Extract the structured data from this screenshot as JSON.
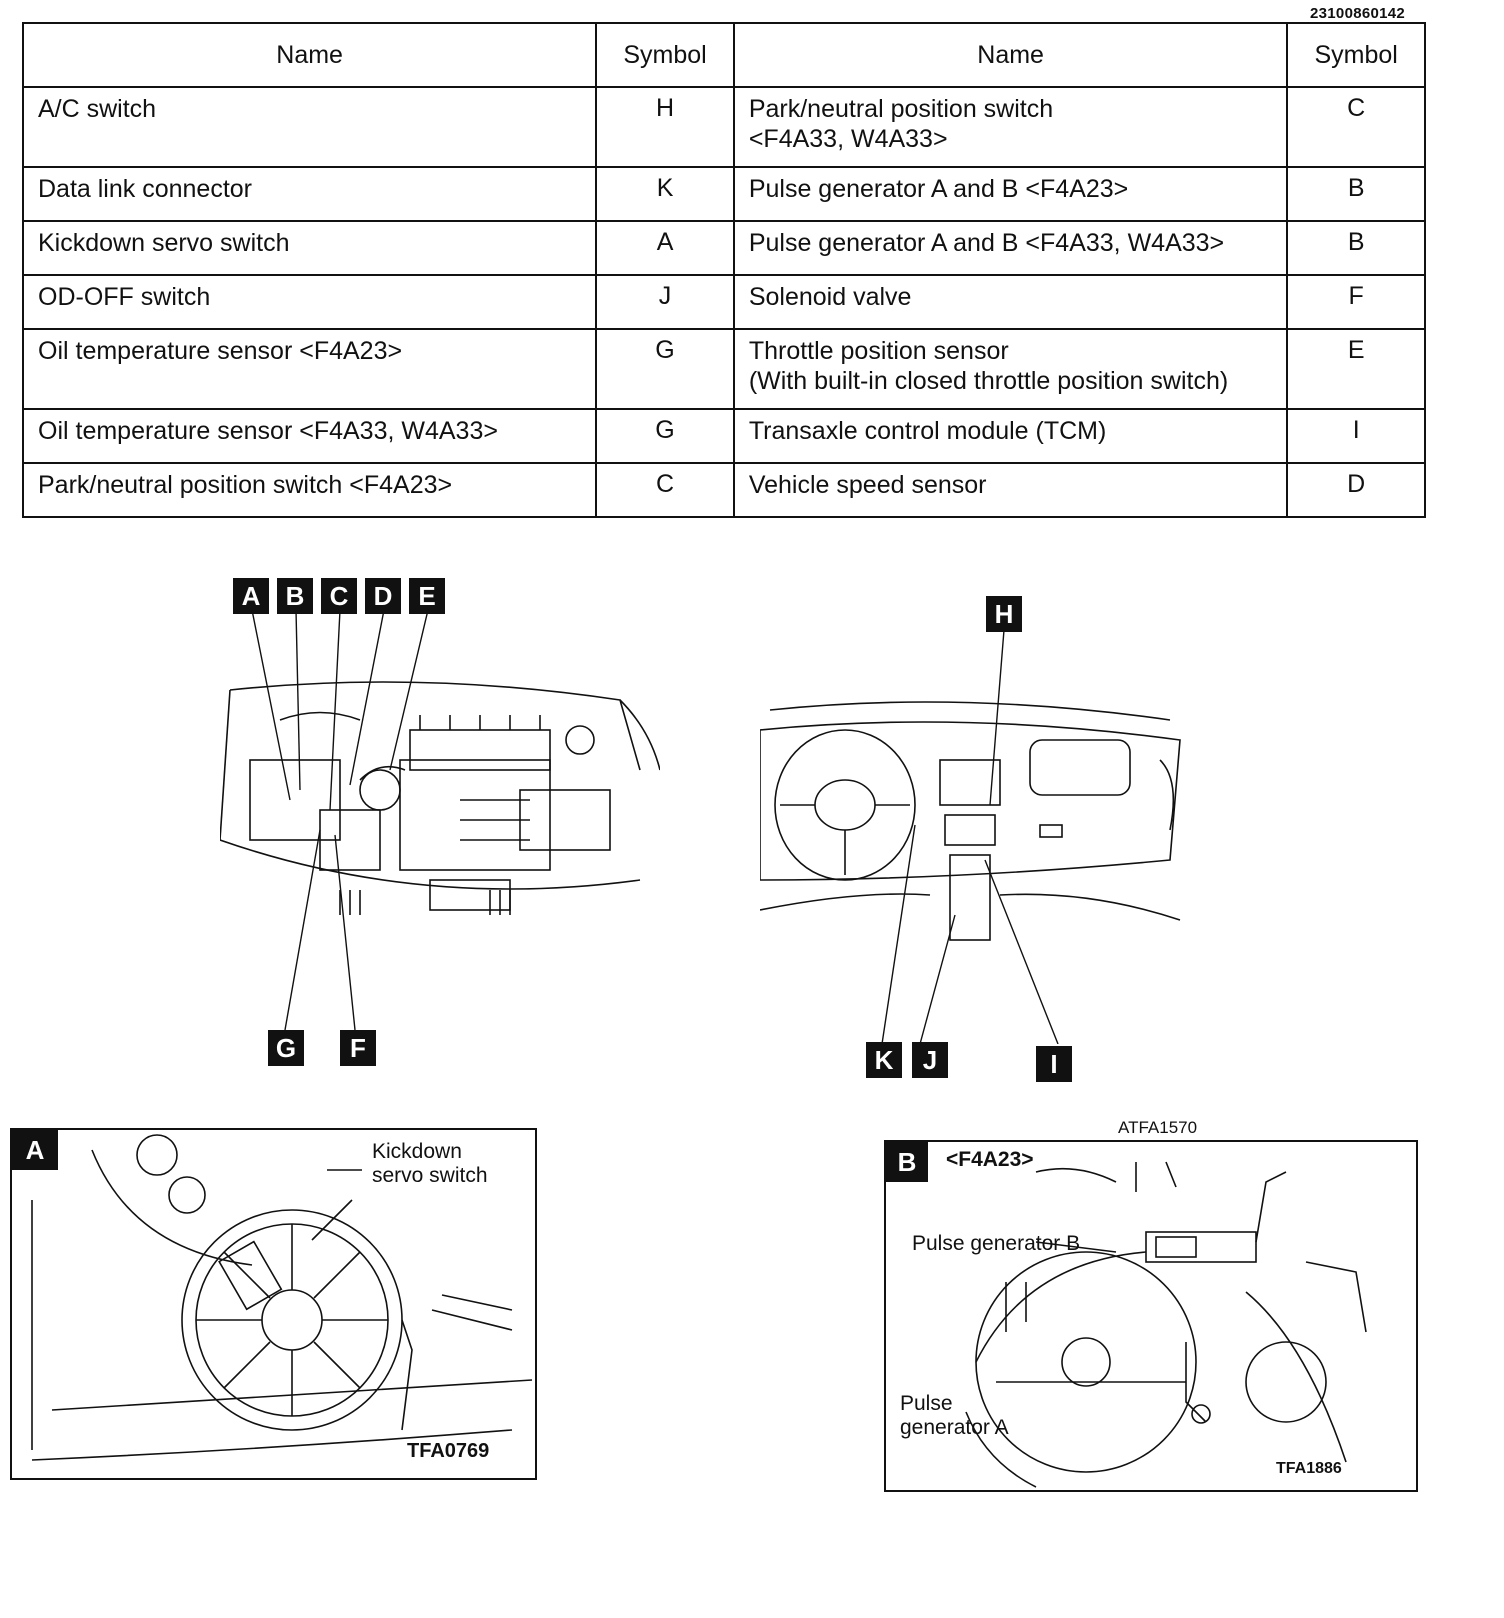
{
  "document": {
    "id": "23100860142"
  },
  "table": {
    "headers": [
      "Name",
      "Symbol",
      "Name",
      "Symbol"
    ],
    "rows": [
      {
        "left_name": "A/C switch",
        "left_symbol": "H",
        "right_name": "Park/neutral position switch\n<F4A33, W4A33>",
        "right_symbol": "C"
      },
      {
        "left_name": "Data link connector",
        "left_symbol": "K",
        "right_name": "Pulse generator A and B <F4A23>",
        "right_symbol": "B"
      },
      {
        "left_name": "Kickdown servo switch",
        "left_symbol": "A",
        "right_name": "Pulse generator A and B <F4A33, W4A33>",
        "right_symbol": "B"
      },
      {
        "left_name": "OD-OFF switch",
        "left_symbol": "J",
        "right_name": "Solenoid valve",
        "right_symbol": "F"
      },
      {
        "left_name": "Oil temperature sensor <F4A23>",
        "left_symbol": "G",
        "right_name": "Throttle position sensor\n(With built-in closed throttle position switch)",
        "right_symbol": "E"
      },
      {
        "left_name": "Oil temperature sensor <F4A33, W4A33>",
        "left_symbol": "G",
        "right_name": "Transaxle control module (TCM)",
        "right_symbol": "I"
      },
      {
        "left_name": "Park/neutral position switch <F4A23>",
        "left_symbol": "C",
        "right_name": "Vehicle speed sensor",
        "right_symbol": "D"
      }
    ]
  },
  "engine_diagram": {
    "labels": [
      "A",
      "B",
      "C",
      "D",
      "E",
      "G",
      "F"
    ]
  },
  "cabin_diagram": {
    "labels": [
      "H",
      "K",
      "J",
      "I"
    ]
  },
  "inset_a": {
    "label": "A",
    "callout": "Kickdown\nservo switch",
    "code": "TFA0769"
  },
  "inset_b": {
    "label": "B",
    "variant": "<F4A23>",
    "callout_b": "Pulse generator B",
    "callout_a": "Pulse\ngenerator A",
    "code": "TFA1886"
  },
  "figure_code": "ATFA1570"
}
